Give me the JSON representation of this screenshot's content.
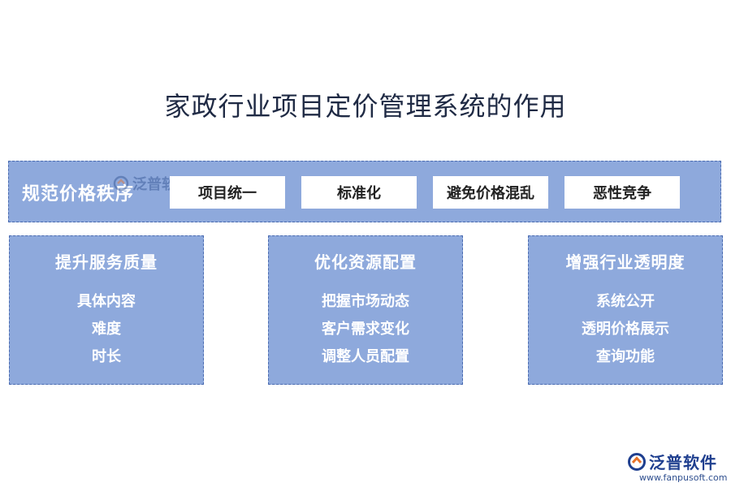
{
  "title": "家政行业项目定价管理系统的作用",
  "top_section": {
    "heading": "规范价格秩序",
    "items": [
      "项目统一",
      "标准化",
      "避免价格混乱",
      "恶性竞争"
    ]
  },
  "cards": [
    {
      "title": "提升服务质量",
      "items": [
        "具体内容",
        "难度",
        "时长"
      ]
    },
    {
      "title": "优化资源配置",
      "items": [
        "把握市场动态",
        "客户需求变化",
        "调整人员配置"
      ]
    },
    {
      "title": "增强行业透明度",
      "items": [
        "系统公开",
        "透明价格展示",
        "查询功能"
      ]
    }
  ],
  "watermark": {
    "logo_text": "泛普软件",
    "url": "www.fanpusoft.com"
  },
  "colors": {
    "box_fill": "#8ea9dc",
    "box_border": "#4a6bb0",
    "title_text": "#1f2a44",
    "brand_blue": "#1f3f8f",
    "brand_orange": "#e8732a"
  }
}
